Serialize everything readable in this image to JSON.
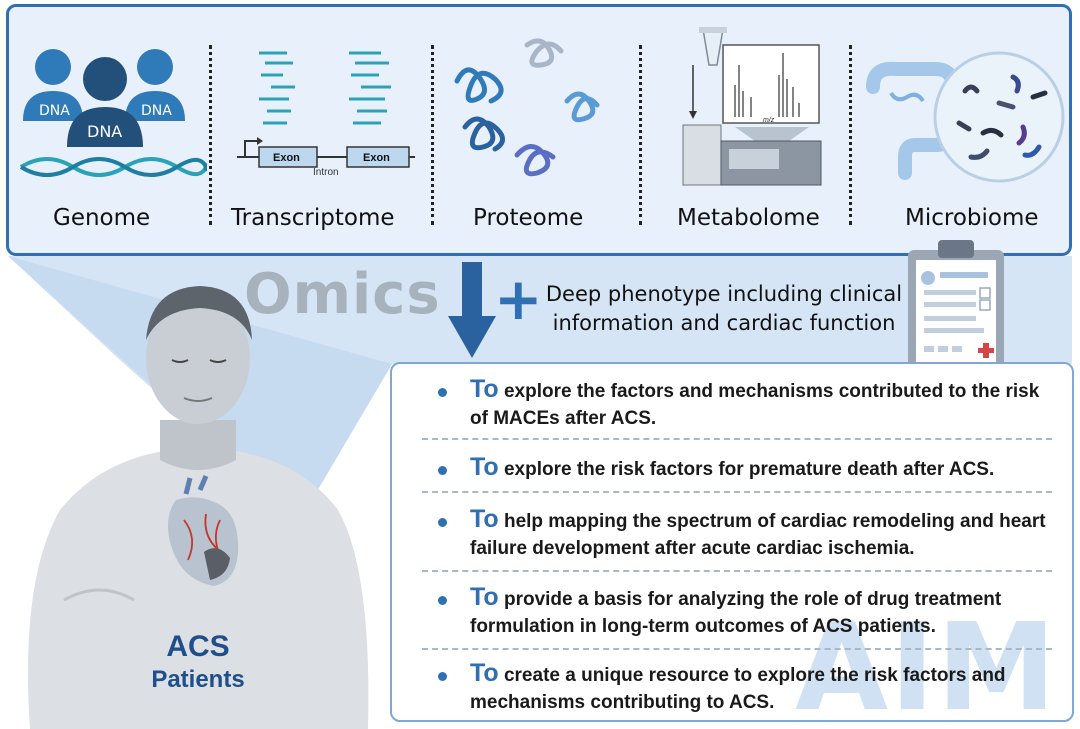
{
  "omics": {
    "categories": [
      {
        "label": "Genome"
      },
      {
        "label": "Transcriptome"
      },
      {
        "label": "Proteome"
      },
      {
        "label": "Metabolome"
      },
      {
        "label": "Microbiome"
      }
    ],
    "transcript_labels": {
      "exon1": "Exon",
      "intron": "Intron",
      "exon2": "Exon"
    },
    "mz_label": "m/z",
    "title": "Omics"
  },
  "phenotype": {
    "line1": "Deep phenotype including clinical",
    "line2": "information and cardiac function"
  },
  "aim": {
    "watermark": "AIM",
    "items": [
      {
        "to": "To",
        "text": "explore the factors and mechanisms contributed to the risk of MACEs after ACS."
      },
      {
        "to": "To",
        "text": "explore the risk factors for premature death after ACS."
      },
      {
        "to": "To",
        "text": "help mapping the spectrum of cardiac remodeling and heart failure development after acute cardiac ischemia."
      },
      {
        "to": "To",
        "text": "provide a basis for analyzing the role of drug treatment formulation in long-term outcomes of ACS patients."
      },
      {
        "to": "To",
        "text": "create a unique resource to explore the risk factors and mechanisms contributing to ACS."
      }
    ]
  },
  "patient": {
    "title": "ACS",
    "subtitle": "Patients"
  },
  "colors": {
    "accent": "#2f6fb3",
    "panel_bg": "#e8f1fb",
    "watermark": "#cfe1f3",
    "grey_text": "#a7b2bd"
  }
}
